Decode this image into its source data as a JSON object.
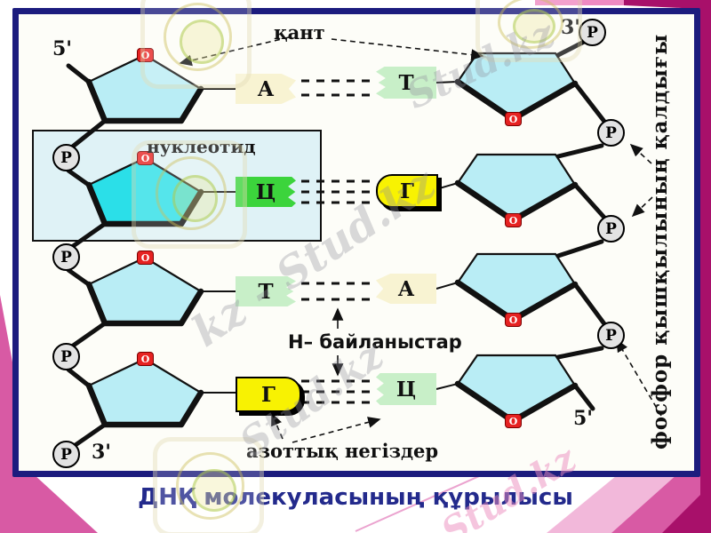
{
  "slide": {
    "title": "ДНҚ молекуласының құрылысы"
  },
  "diagram": {
    "labels": {
      "sugar": "қант",
      "nucleotide": "нуклеотид",
      "h_bonds": "Н– байланыстар",
      "nitrogen_bases": "азоттық негіздер",
      "phosphate_residue": "фосфор  қышқылының  қалдығы",
      "five_prime": "5'",
      "three_prime": "3'",
      "phosphate": "P",
      "oxygen": "O"
    },
    "bases": [
      {
        "label": "А"
      },
      {
        "label": "Т"
      },
      {
        "label": "Ц"
      },
      {
        "label": "Г"
      },
      {
        "label": "Т"
      },
      {
        "label": "А"
      },
      {
        "label": "Г"
      },
      {
        "label": "Ц"
      }
    ],
    "pairs": [
      {
        "left": "А",
        "right": "Т",
        "h_bond_lines": 2
      },
      {
        "left": "Ц",
        "right": "Г",
        "h_bond_lines": 3
      },
      {
        "left": "Т",
        "right": "А",
        "h_bond_lines": 2
      },
      {
        "left": "Г",
        "right": "Ц",
        "h_bond_lines": 3
      }
    ]
  },
  "watermarks": {
    "brand": "Stud.kz",
    "brand_repeat": "kz - Stud.kz"
  },
  "colors": {
    "border_navy": "#1c1c7e",
    "magenta_dark": "#a8106a",
    "pink_medium": "#d85aa4",
    "pink_light": "#ef8ac2",
    "pink_pale": "#f2b8da",
    "title_navy": "#232a8c",
    "cyan_pale": "#b9edf5",
    "cyan_bright": "#2bdfe8",
    "nucleotide_box_bg": "#dff2f6",
    "base_cream": "#f8f3d2",
    "base_pale_green": "#c8efc8",
    "base_green": "#3cd43c",
    "base_yellow": "#f8f202",
    "oxygen_red": "#e62222",
    "phosphate_gray": "#e3e3e3"
  }
}
